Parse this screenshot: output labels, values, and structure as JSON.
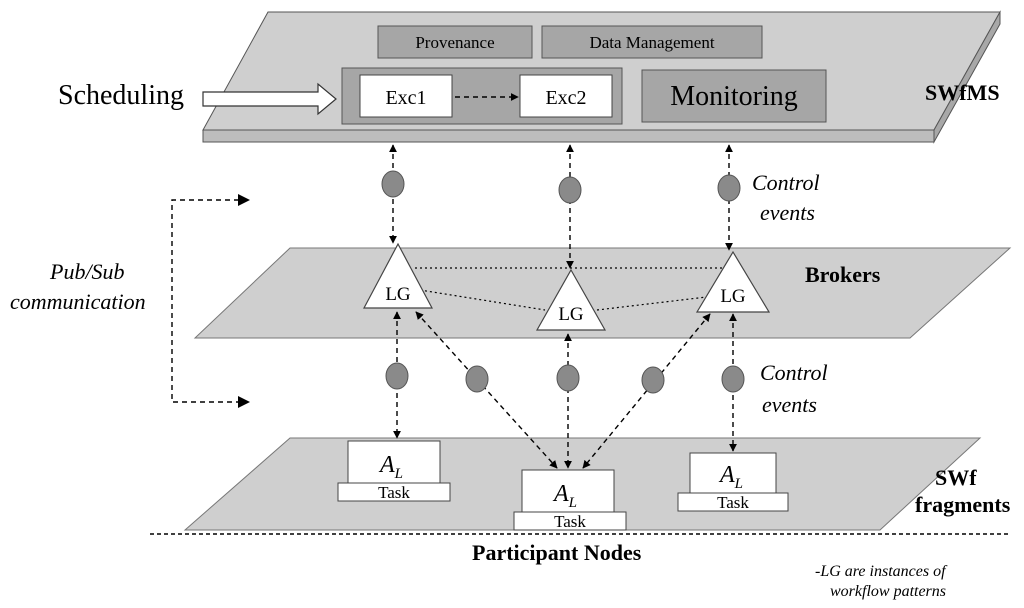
{
  "swfms": {
    "label": "SWfMS",
    "provenance": "Provenance",
    "data_management": "Data Management",
    "scheduling": "Scheduling",
    "exc1": "Exc1",
    "exc2": "Exc2",
    "monitoring": "Monitoring"
  },
  "brokers": {
    "label": "Brokers",
    "lg": [
      "LG",
      "LG",
      "LG"
    ]
  },
  "control_events_top": [
    "Control",
    "events"
  ],
  "control_events_bottom": [
    "Control",
    "events"
  ],
  "pubsub": [
    "Pub/Sub",
    "communication"
  ],
  "fragments": {
    "label": [
      "SWf",
      "fragments"
    ],
    "al_main": [
      "A",
      "A",
      "A"
    ],
    "al_sub": [
      "L",
      "L",
      "L"
    ],
    "task": [
      "Task",
      "Task",
      "Task"
    ]
  },
  "participant_nodes": "Participant Nodes",
  "footnote": [
    "-LG are instances of",
    "workflow patterns"
  ],
  "colors": {
    "plane": "#cfcfcf",
    "box": "#a6a6a6",
    "dot": "#8a8a8a"
  }
}
